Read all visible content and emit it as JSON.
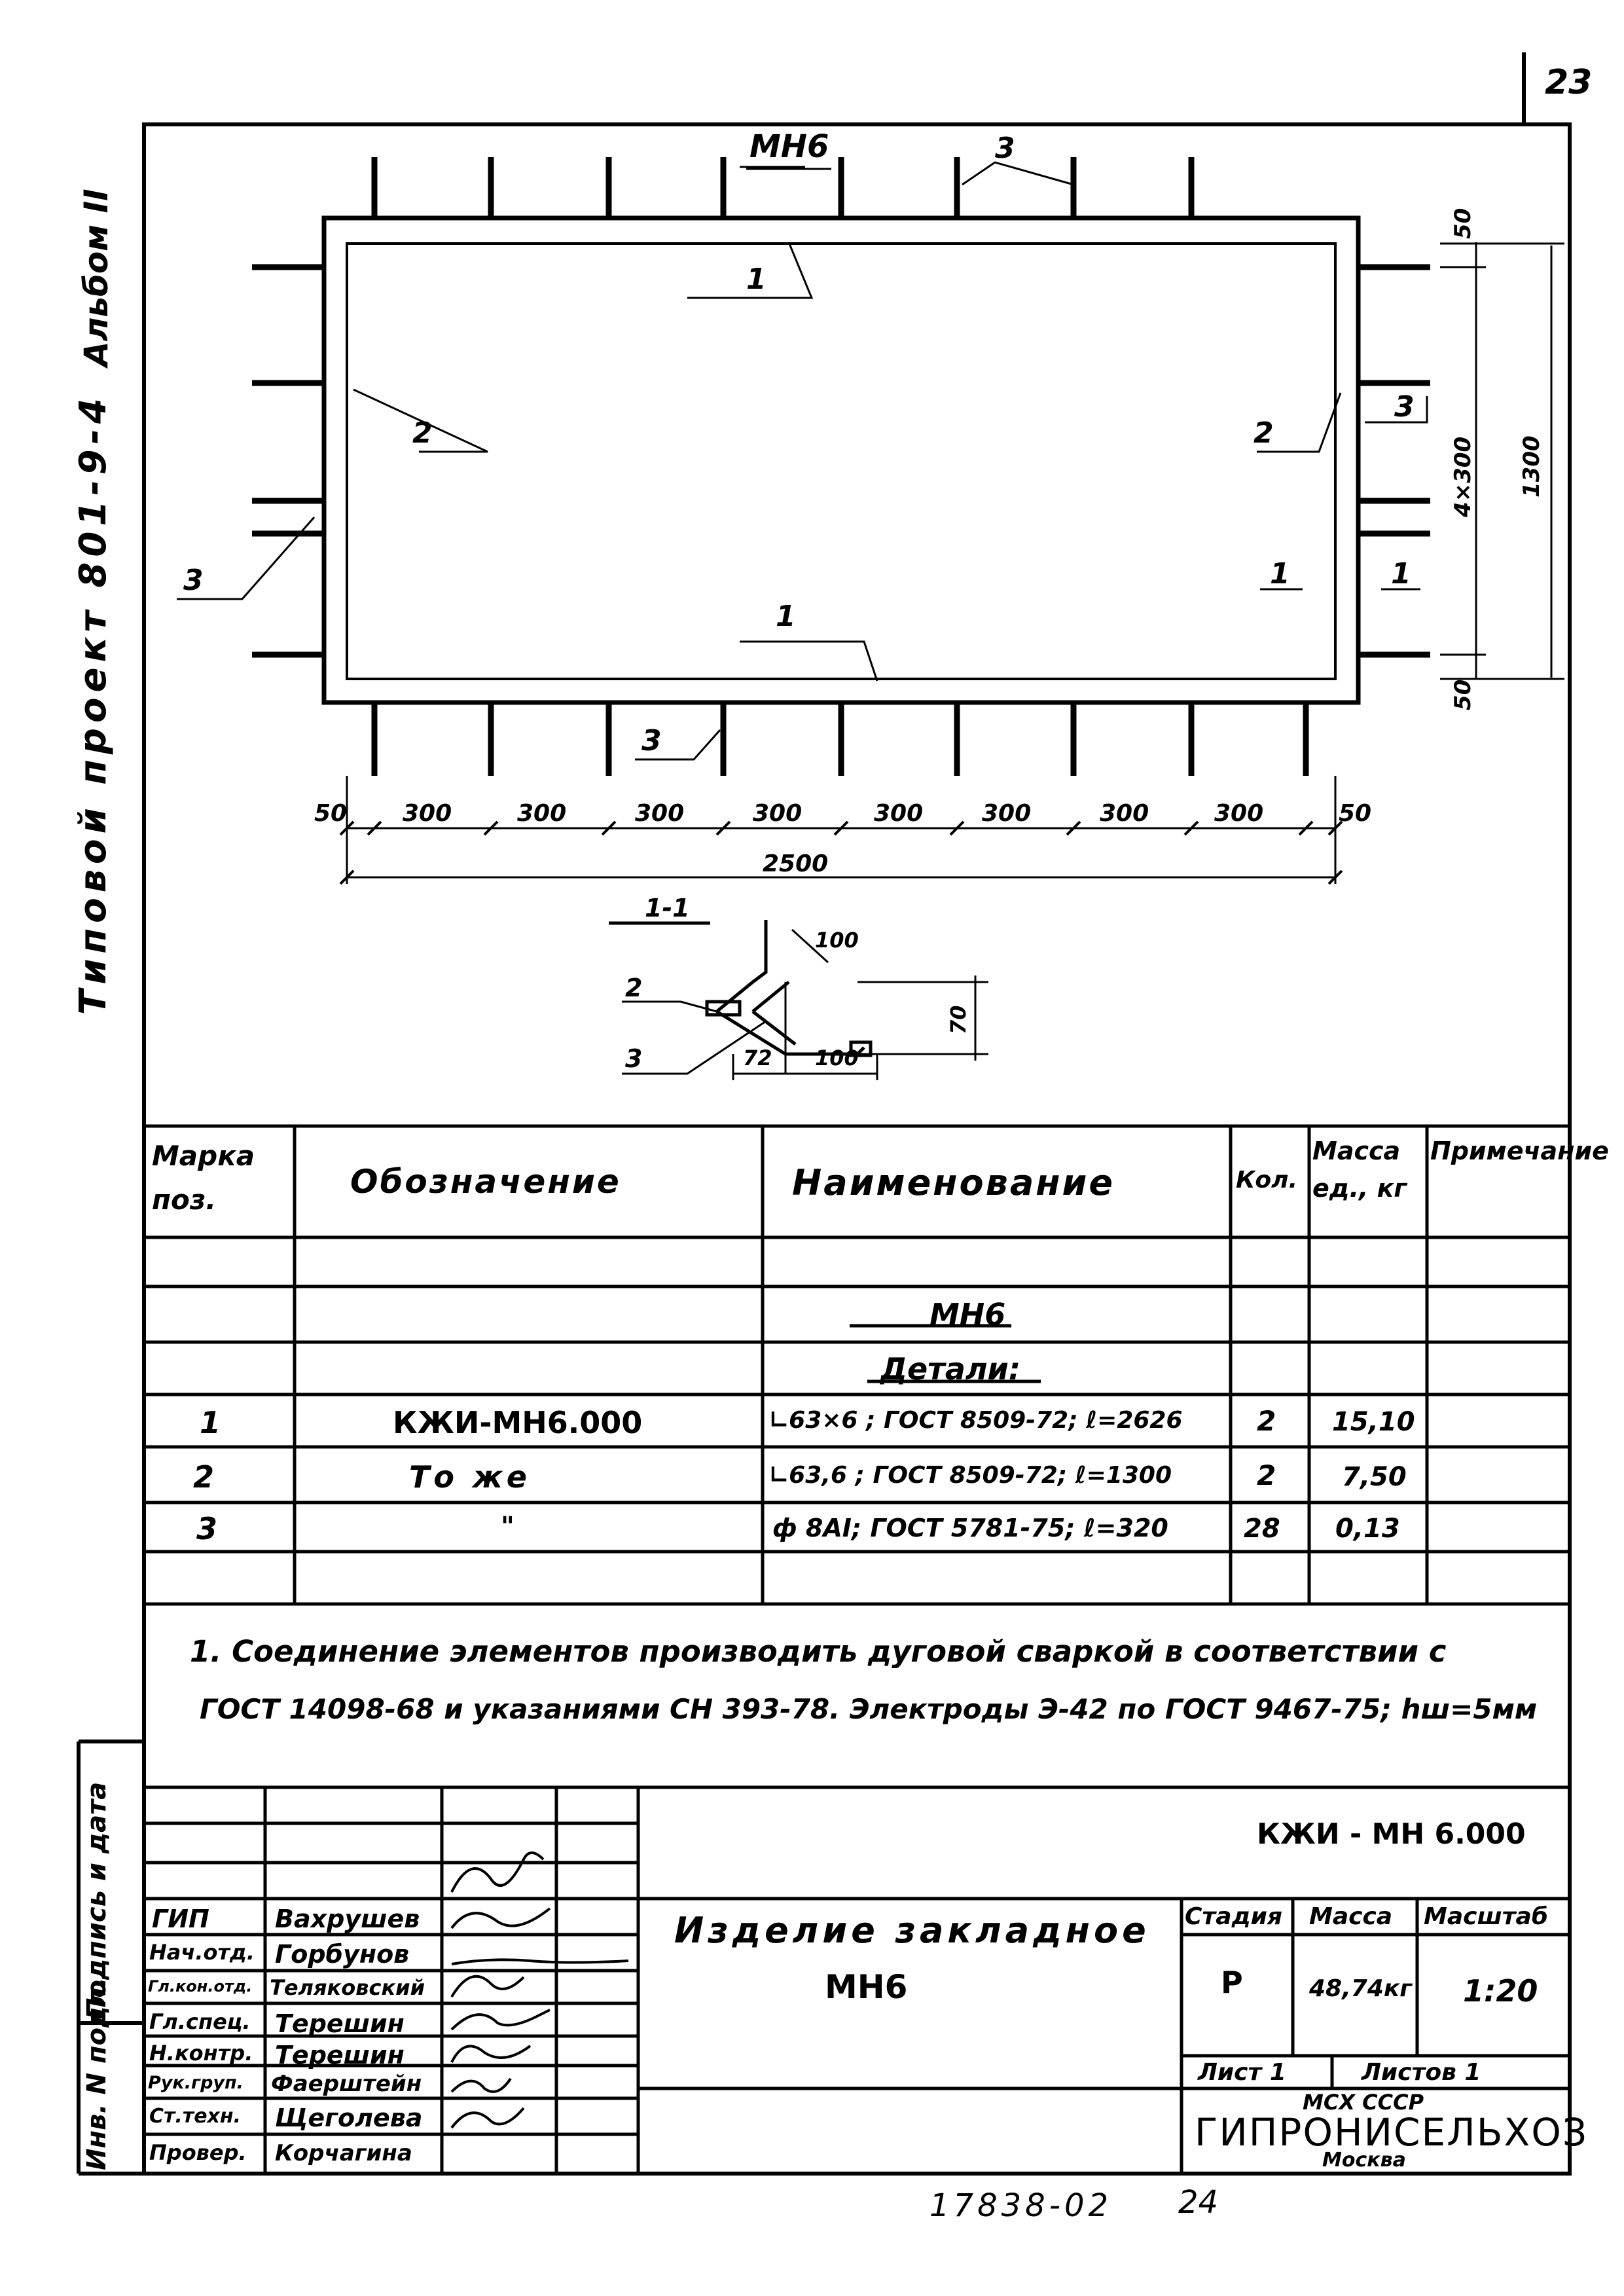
{
  "sheet": {
    "page_number": "23",
    "bottom_code": "17838-02",
    "bottom_page": "24",
    "side_album": "Альбом II",
    "side_project": "Типовой проект 801-9-4",
    "side_sign": "Подпись и дата",
    "side_inv": "Инв. N подл."
  },
  "drawing": {
    "title": "МН6",
    "pos1": "1",
    "pos2": "2",
    "pos3": "3",
    "dims_bottom": [
      "50",
      "300",
      "300",
      "300",
      "300",
      "300",
      "300",
      "300",
      "300",
      "50"
    ],
    "dim_total": "2500",
    "dim_right_50_top": "50",
    "dim_right_50_bottom": "50",
    "dim_right_step": "4×300",
    "dim_right_total": "1300",
    "section_mark": "1",
    "section_title": "1-1",
    "section_dim_100_top": "100",
    "section_dim_70": "70",
    "section_dim_72": "72",
    "section_dim_100_bottom": "100"
  },
  "spec": {
    "headers": {
      "mark": "Марка поз.",
      "designation": "Обозначение",
      "name": "Наименование",
      "qty": "Кол.",
      "mass": "Масса ед., кг",
      "note": "Примечание"
    },
    "group_title": "МН6",
    "group_sub": "Детали:",
    "rows": [
      {
        "pos": "1",
        "designation": "КЖИ-МН6.000",
        "name": "∟63×6 ; ГОСТ 8509-72; ℓ=2626",
        "qty": "2",
        "mass": "15,10",
        "note": ""
      },
      {
        "pos": "2",
        "designation": "То же",
        "name": "∟63,6 ; ГОСТ 8509-72; ℓ=1300",
        "qty": "2",
        "mass": "7,50",
        "note": ""
      },
      {
        "pos": "3",
        "designation": "\"",
        "name": "ф 8АI; ГОСТ 5781-75; ℓ=320",
        "qty": "28",
        "mass": "0,13",
        "note": ""
      }
    ]
  },
  "notes": {
    "line1": "1. Соединение элементов производить дуговой сваркой в соответствии с",
    "line2": "ГОСТ 14098-68 и указаниями СН 393-78. Электроды Э-42 по ГОСТ 9467-75; hш=5мм"
  },
  "title_block": {
    "doc_code": "КЖИ - МН 6.000",
    "product_name": "Изделие закладное",
    "product_mark": "МН6",
    "stage_label": "Стадия",
    "mass_label": "Масса",
    "scale_label": "Масштаб",
    "stage": "Р",
    "mass": "48,74кг",
    "scale": "1:20",
    "sheet_label": "Лист 1",
    "sheets_label": "Листов 1",
    "org1": "МСХ СССР",
    "org2": "ГИПРОНИСЕЛЬХОЗ",
    "org3": "Москва",
    "people": [
      {
        "role": "ГИП",
        "name": "Вахрушев"
      },
      {
        "role": "Нач.отд.",
        "name": "Горбунов"
      },
      {
        "role": "Гл.кон.отд.",
        "name": "Теляковский"
      },
      {
        "role": "Гл.спец.",
        "name": "Терешин"
      },
      {
        "role": "Н.контр.",
        "name": "Терешин"
      },
      {
        "role": "Рук.груп.",
        "name": "Фаерштейн"
      },
      {
        "role": "Ст.техн.",
        "name": "Щеголева"
      },
      {
        "role": "Провер.",
        "name": "Корчагина"
      }
    ]
  }
}
